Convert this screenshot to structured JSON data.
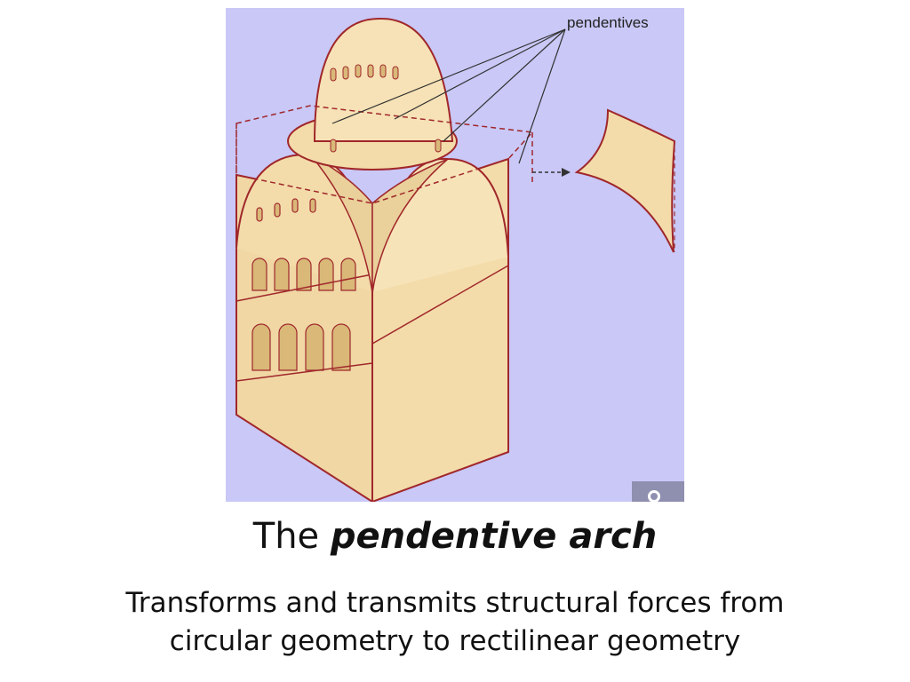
{
  "figure": {
    "callout_label": "pendentives",
    "colors": {
      "background": "#c9c8f7",
      "stone": "#f3dcaa",
      "stone_shade": "#e3c488",
      "outline": "#a0272b",
      "callout_line": "#333333"
    }
  },
  "title": {
    "prefix": "The",
    "emphasis": "pendentive arch"
  },
  "subtitle": {
    "line1": "Transforms and transmits structural forces from",
    "line2": "circular geometry to rectilinear geometry"
  }
}
